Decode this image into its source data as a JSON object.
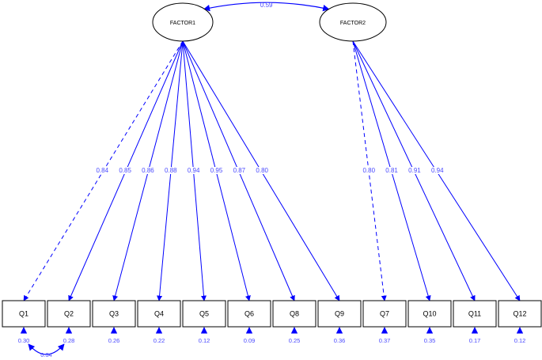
{
  "diagram": {
    "factors": [
      {
        "id": "FACTOR1",
        "label": "FACTOR1"
      },
      {
        "id": "FACTOR2",
        "label": "FACTOR2"
      }
    ],
    "factor_covariance": {
      "from": "FACTOR1",
      "to": "FACTOR2",
      "value": "0.59"
    },
    "indicators": [
      {
        "id": "Q1",
        "label": "Q1",
        "error": "0.30"
      },
      {
        "id": "Q2",
        "label": "Q2",
        "error": "0.28"
      },
      {
        "id": "Q3",
        "label": "Q3",
        "error": "0.26"
      },
      {
        "id": "Q4",
        "label": "Q4",
        "error": "0.22"
      },
      {
        "id": "Q5",
        "label": "Q5",
        "error": "0.12"
      },
      {
        "id": "Q6",
        "label": "Q6",
        "error": "0.09"
      },
      {
        "id": "Q8",
        "label": "Q8",
        "error": "0.25"
      },
      {
        "id": "Q9",
        "label": "Q9",
        "error": "0.36"
      },
      {
        "id": "Q7",
        "label": "Q7",
        "error": "0.37"
      },
      {
        "id": "Q10",
        "label": "Q10",
        "error": "0.35"
      },
      {
        "id": "Q11",
        "label": "Q11",
        "error": "0.17"
      },
      {
        "id": "Q12",
        "label": "Q12",
        "error": "0.12"
      }
    ],
    "loadings": [
      {
        "from": "FACTOR1",
        "to": "Q1",
        "value": "0.84",
        "fixed": true
      },
      {
        "from": "FACTOR1",
        "to": "Q2",
        "value": "0.85",
        "fixed": false
      },
      {
        "from": "FACTOR1",
        "to": "Q3",
        "value": "0.86",
        "fixed": false
      },
      {
        "from": "FACTOR1",
        "to": "Q4",
        "value": "0.88",
        "fixed": false
      },
      {
        "from": "FACTOR1",
        "to": "Q5",
        "value": "0.94",
        "fixed": false
      },
      {
        "from": "FACTOR1",
        "to": "Q6",
        "value": "0.95",
        "fixed": false
      },
      {
        "from": "FACTOR1",
        "to": "Q8",
        "value": "0.87",
        "fixed": false
      },
      {
        "from": "FACTOR1",
        "to": "Q9",
        "value": "0.80",
        "fixed": false
      },
      {
        "from": "FACTOR2",
        "to": "Q7",
        "value": "0.80",
        "fixed": true
      },
      {
        "from": "FACTOR2",
        "to": "Q10",
        "value": "0.81",
        "fixed": false
      },
      {
        "from": "FACTOR2",
        "to": "Q11",
        "value": "0.91",
        "fixed": false
      },
      {
        "from": "FACTOR2",
        "to": "Q12",
        "value": "0.94",
        "fixed": false
      }
    ],
    "residual_covariance": {
      "from": "Q1",
      "to": "Q2",
      "value": "0.34"
    }
  },
  "colors": {
    "path": "#0000ff",
    "label": "#4a4aff",
    "node_stroke": "#000000",
    "node_text": "#000000"
  }
}
